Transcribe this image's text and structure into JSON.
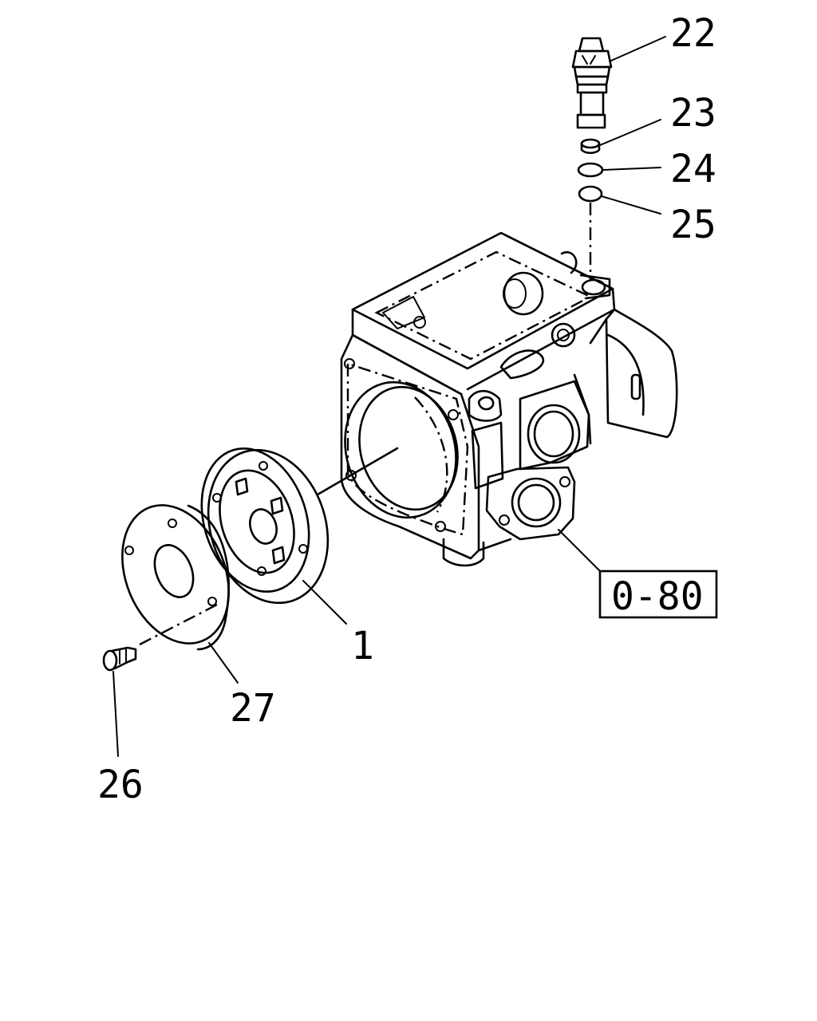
{
  "callouts": {
    "c1": "1",
    "c22": "22",
    "c23": "23",
    "c24": "24",
    "c25": "25",
    "c26": "26",
    "c27": "27"
  },
  "reference": "0-80"
}
